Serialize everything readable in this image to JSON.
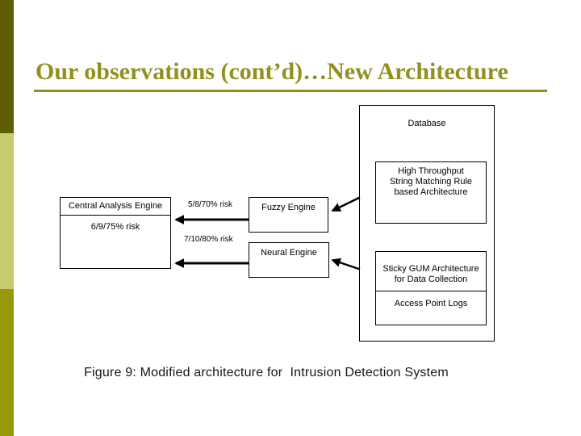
{
  "slide": {
    "title": "Our observations (cont’d)…New Architecture",
    "caption": "Figure 9: Modified architecture for  Intrusion Detection System"
  },
  "colors": {
    "title_accent": "#92901f",
    "sidebar_top": "#5e5e07",
    "sidebar_middle": "#c7cb6b",
    "sidebar_bottom": "#97990a",
    "diagram_lines": "#000000"
  },
  "diagram": {
    "database": {
      "label": "Database"
    },
    "high_throughput": {
      "label": "High Throughput\nString Matching Rule\nbased Architecture"
    },
    "central": {
      "title": "Central Analysis Engine",
      "risk": "6/9/75% risk"
    },
    "fuzzy": {
      "label": "Fuzzy Engine",
      "risk": "5/8/70% risk"
    },
    "neural": {
      "label": "Neural Engine",
      "risk": "7/10/80% risk"
    },
    "sticky_gum": {
      "label": "Sticky GUM Architecture\nfor Data Collection"
    },
    "access_point": {
      "label": "Access Point Logs"
    }
  }
}
